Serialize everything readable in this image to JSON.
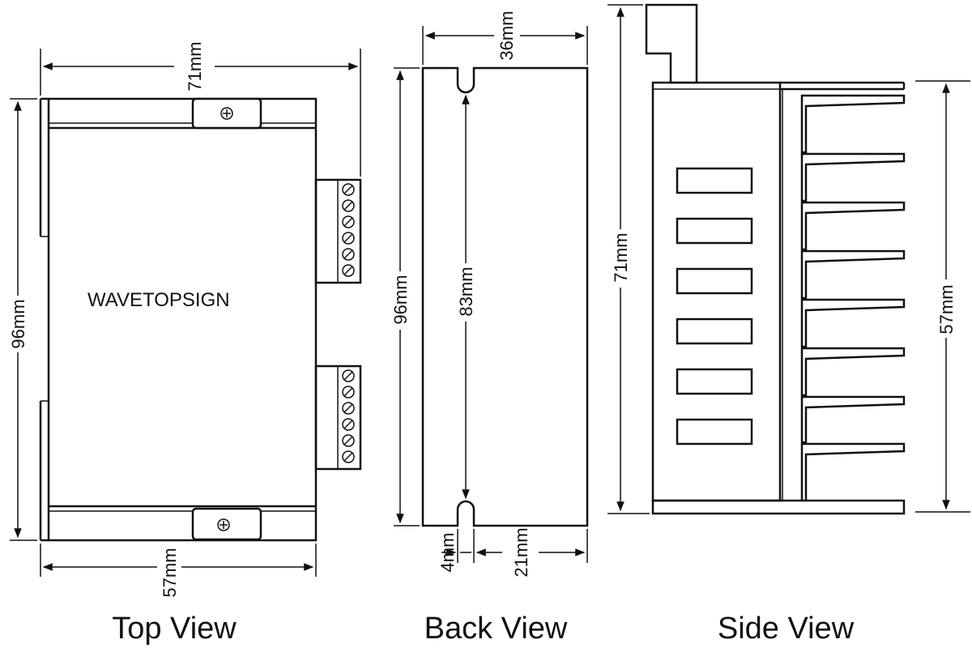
{
  "captions": {
    "top": "Top View",
    "back": "Back View",
    "side": "Side View"
  },
  "brand": "WAVETOPSIGN",
  "dimensions": {
    "top_width": "71mm",
    "top_height": "96mm",
    "top_base": "57mm",
    "back_width": "36mm",
    "back_height": "96mm",
    "back_inner": "83mm",
    "back_slot": "4mm",
    "back_offset": "21mm",
    "side_height": "71mm",
    "side_fin": "57mm"
  },
  "icons": {
    "mount_hole": "screw-hole-icon",
    "terminal": "terminal-screw-icon"
  }
}
